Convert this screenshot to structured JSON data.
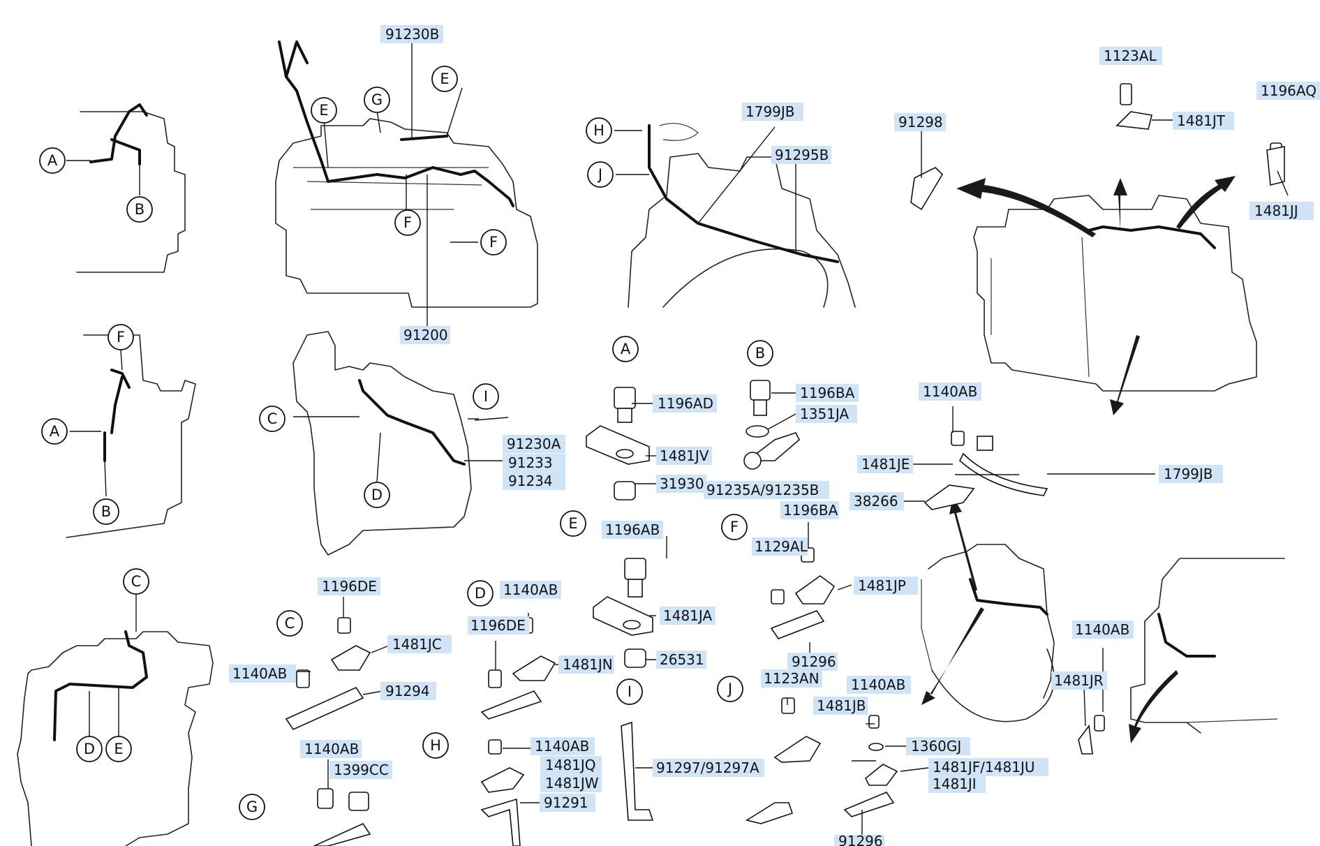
{
  "diagram": {
    "callouts": [
      "A",
      "B",
      "C",
      "D",
      "E",
      "F",
      "G",
      "H",
      "I",
      "J"
    ],
    "part_labels": [
      "91230B",
      "91200",
      "1799JB",
      "91295B",
      "91298",
      "1123AL",
      "1481JT",
      "1196AQ",
      "1481JJ",
      "1196AD",
      "1481JV",
      "31930",
      "1196BA",
      "1351JA",
      "91235A/91235B",
      "91230A",
      "91233",
      "91234",
      "1140AB",
      "1481JE",
      "38266",
      "1799JB",
      "1196AB",
      "1481JA",
      "26531",
      "1129AL",
      "1196BA",
      "1481JP",
      "91296",
      "1196DE",
      "1481JC",
      "91294",
      "1140AB",
      "1140AB",
      "1196DE",
      "1481JN",
      "1123AN",
      "1140AB",
      "1481JB",
      "1360GJ",
      "1481JF/1481JU",
      "1481JI",
      "91296",
      "1140AB",
      "1481JR",
      "1140AB",
      "1399CC",
      "1140AB",
      "1481JQ",
      "1481JW",
      "91291",
      "91297/91297A"
    ]
  }
}
